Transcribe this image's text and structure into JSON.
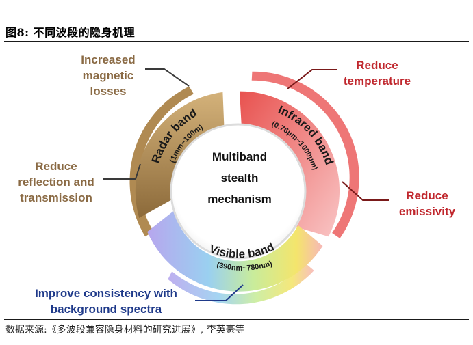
{
  "figure_title": "图8:  不同波段的隐身机理",
  "source": "数据来源:《多波段兼容隐身材料的研究进展》, 李英豪等",
  "center": [
    "Multiband",
    "stealth",
    "mechanism"
  ],
  "bands": {
    "radar": {
      "name": "Radar band",
      "range": "(1mm~100m)"
    },
    "infrared": {
      "name": "Infrared band",
      "range": "(0.76μm~1000μm)"
    },
    "visible": {
      "name": "Visible band",
      "range": "(390nm~780nm)"
    }
  },
  "callouts": {
    "magnetic": [
      "Increased",
      "magnetic",
      "losses"
    ],
    "reflection": [
      "Reduce",
      "reflection and",
      "transmission"
    ],
    "temperature": [
      "Reduce",
      "temperature"
    ],
    "emissivity": [
      "Reduce",
      "emissivity"
    ],
    "consistency": [
      "Improve consistency with",
      "background spectra"
    ]
  },
  "colors": {
    "radar": "#b8935a",
    "infrared": "#ef7a7a",
    "visible_a": "#c9b6f2",
    "visible_b": "#f3e66b",
    "brown_text": "#8a6a44",
    "red_text": "#c0272d",
    "blue_text": "#1f3a8a"
  }
}
